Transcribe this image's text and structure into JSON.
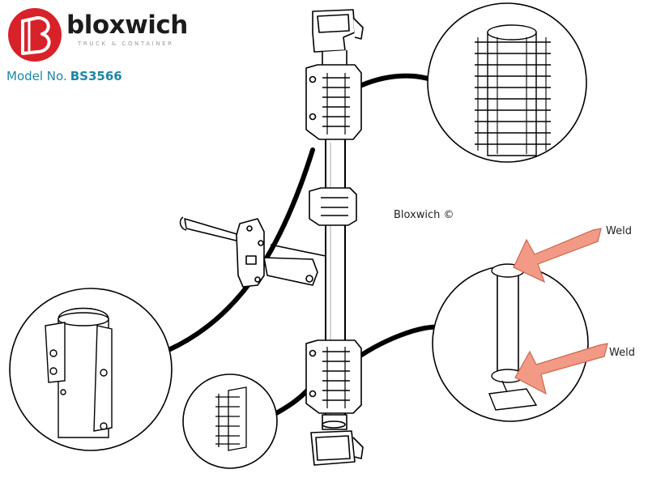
{
  "brand": {
    "name": "bloxwich",
    "tagline": "TRUCK & CONTAINER",
    "model_label": "Model No.",
    "model_number": "BS3566",
    "logo_color": "#d8222a",
    "accent_color": "#1d86a8"
  },
  "copyright_text": "Bloxwich ©",
  "callouts": {
    "weld_top": "Weld",
    "weld_bottom": "Weld",
    "arrow_color": "#f39a86"
  },
  "diagram_parts": [
    "locking-bar",
    "cam-keeper",
    "bar-guide",
    "handle",
    "detail-cam-close-up",
    "detail-guide-bracket",
    "detail-cam-side",
    "detail-weld-collars"
  ]
}
